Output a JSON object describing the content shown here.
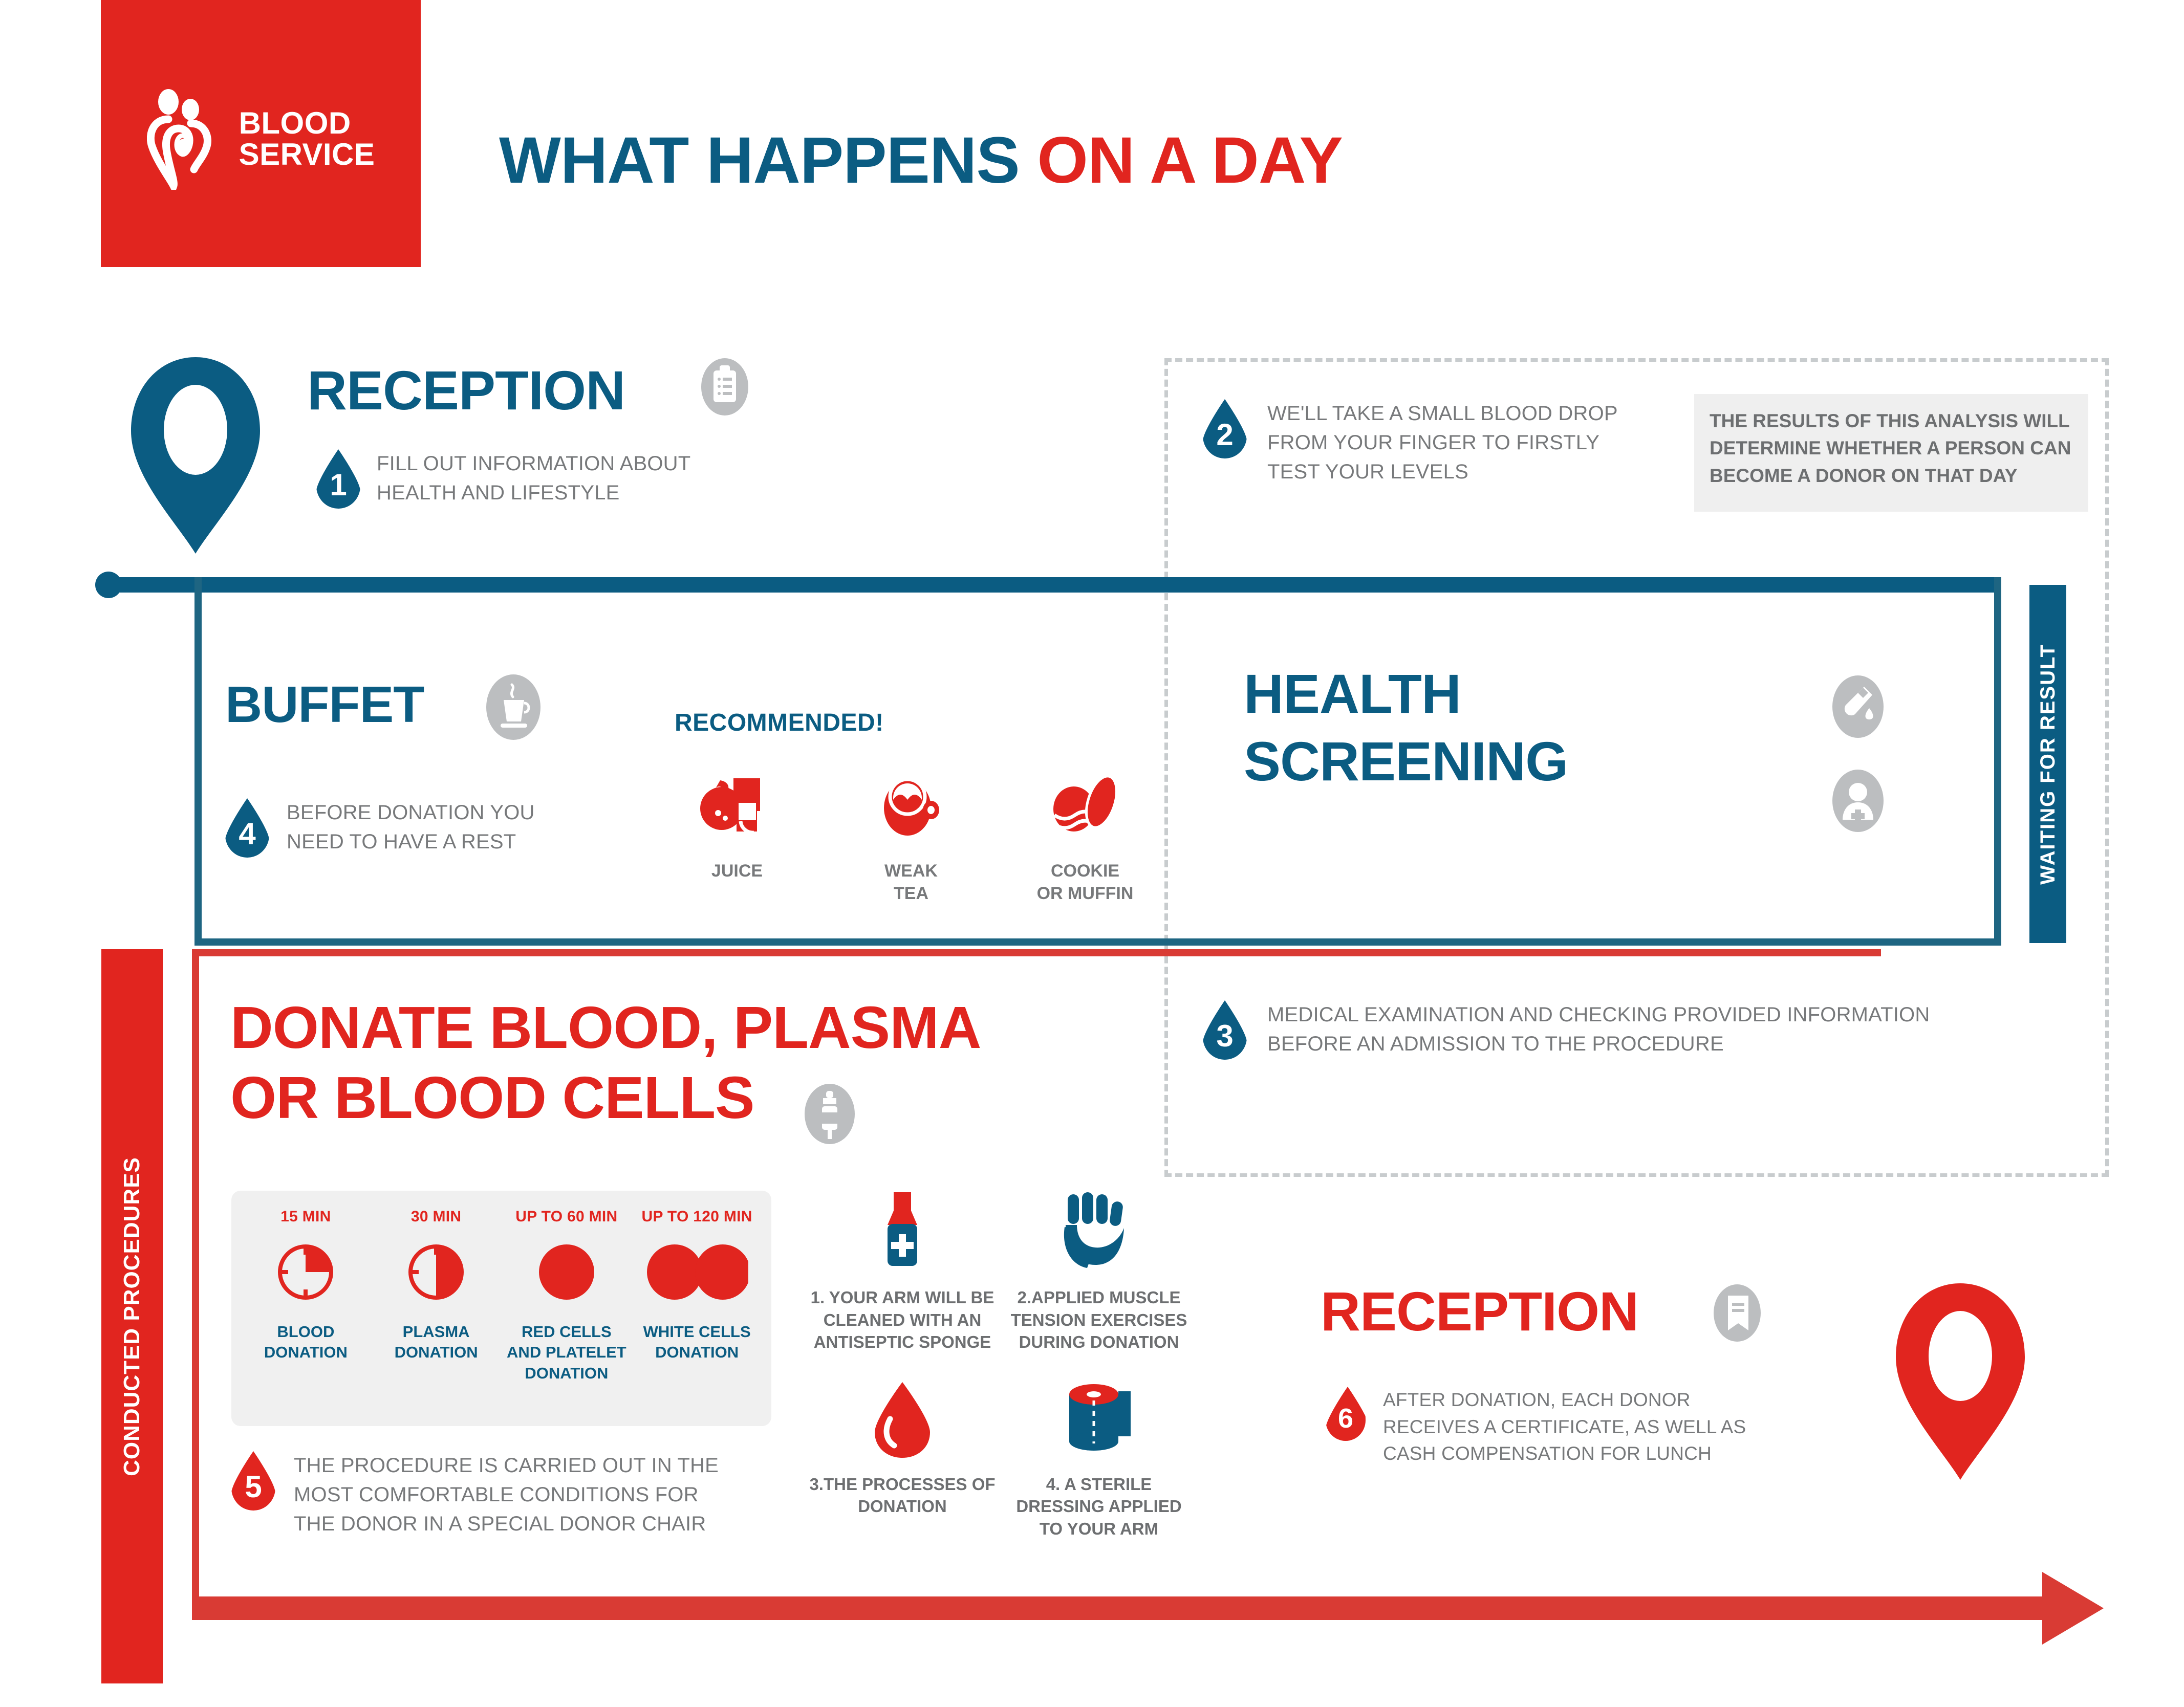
{
  "brand": {
    "logo_line1": "BLOOD",
    "logo_line2": "SERVICE",
    "logo_icon": "blood-service-heart-people-logo",
    "red": "#E1251F",
    "blue": "#0B5C82",
    "grey": "#BCBEC0",
    "text_grey": "#77797B"
  },
  "title": {
    "part_blue": "WHAT HAPPENS ",
    "part_red": "ON A DAY"
  },
  "reception1": {
    "heading": "RECEPTION",
    "icon": "clipboard-icon",
    "pin_icon": "map-pin-icon",
    "step_number": "1",
    "step_text": "FILL OUT INFORMATION ABOUT HEALTH AND LIFESTYLE"
  },
  "step2": {
    "step_number": "2",
    "step_text": "WE'LL TAKE A SMALL BLOOD DROP FROM YOUR FINGER TO FIRSTLY TEST YOUR LEVELS",
    "note": "THE RESULTS OF THIS ANALYSIS WILL DETERMINE WHETHER A PERSON CAN BECOME A DONOR ON THAT DAY"
  },
  "buffet": {
    "heading": "BUFFET",
    "icon": "coffee-cup-icon",
    "step_number": "4",
    "step_text": "BEFORE DONATION YOU NEED TO HAVE A REST",
    "recommended_label": "RECOMMENDED!",
    "foods": [
      {
        "label": "JUICE",
        "icon": "juice-carton-icon"
      },
      {
        "label": "WEAK\nTEA",
        "icon": "tea-cup-icon"
      },
      {
        "label": "COOKIE\nOR MUFFIN",
        "icon": "cookie-icon"
      }
    ]
  },
  "health_screening": {
    "heading_line1": "HEALTH",
    "heading_line2": "SCREENING",
    "icons": [
      "test-tube-icon",
      "doctor-icon"
    ],
    "waiting_label": "WAITING FOR RESULT"
  },
  "step3": {
    "step_number": "3",
    "step_text": "MEDICAL EXAMINATION AND CHECKING PROVIDED INFORMATION BEFORE AN ADMISSION TO THE PROCEDURE"
  },
  "donate": {
    "heading_line1": "DONATE BLOOD, PLASMA",
    "heading_line2": "OR BLOOD CELLS",
    "icon": "blood-bag-icon",
    "conducted_label": "CONDUCTED PROCEDURES",
    "step_number": "5",
    "step_text": "THE PROCEDURE IS CARRIED OUT IN THE MOST COMFORTABLE CONDITIONS FOR THE DONOR IN A SPECIAL DONOR CHAIR"
  },
  "timings": [
    {
      "minutes": "15 MIN",
      "label": "BLOOD\nDONATION",
      "clock": "quarter"
    },
    {
      "minutes": "30 MIN",
      "label": "PLASMA\nDONATION",
      "clock": "half"
    },
    {
      "minutes": "UP TO 60 MIN",
      "label": "RED CELLS\nAND PLATELET\nDONATION",
      "clock": "full"
    },
    {
      "minutes": "UP TO 120 MIN",
      "label": "WHITE CELLS\nDONATION",
      "clock": "double"
    }
  ],
  "procedures": [
    {
      "label": "1. YOUR ARM WILL BE CLEANED WITH AN ANTISEPTIC SPONGE",
      "icon": "antiseptic-bottle-icon"
    },
    {
      "label": "2.APPLIED MUSCLE TENSION EXERCISES DURING DONATION",
      "icon": "fist-hand-icon"
    },
    {
      "label": "3.THE PROCESSES OF DONATION",
      "icon": "blood-drop-icon"
    },
    {
      "label": "4. A STERILE DRESSING APPLIED TO YOUR ARM",
      "icon": "bandage-roll-icon"
    }
  ],
  "reception2": {
    "heading": "RECEPTION",
    "icon": "certificate-icon",
    "pin_icon": "map-pin-icon",
    "step_number": "6",
    "step_text": "AFTER DONATION, EACH DONOR RECEIVES A CERTIFICATE, AS WELL AS CASH COMPENSATION FOR LUNCH"
  }
}
